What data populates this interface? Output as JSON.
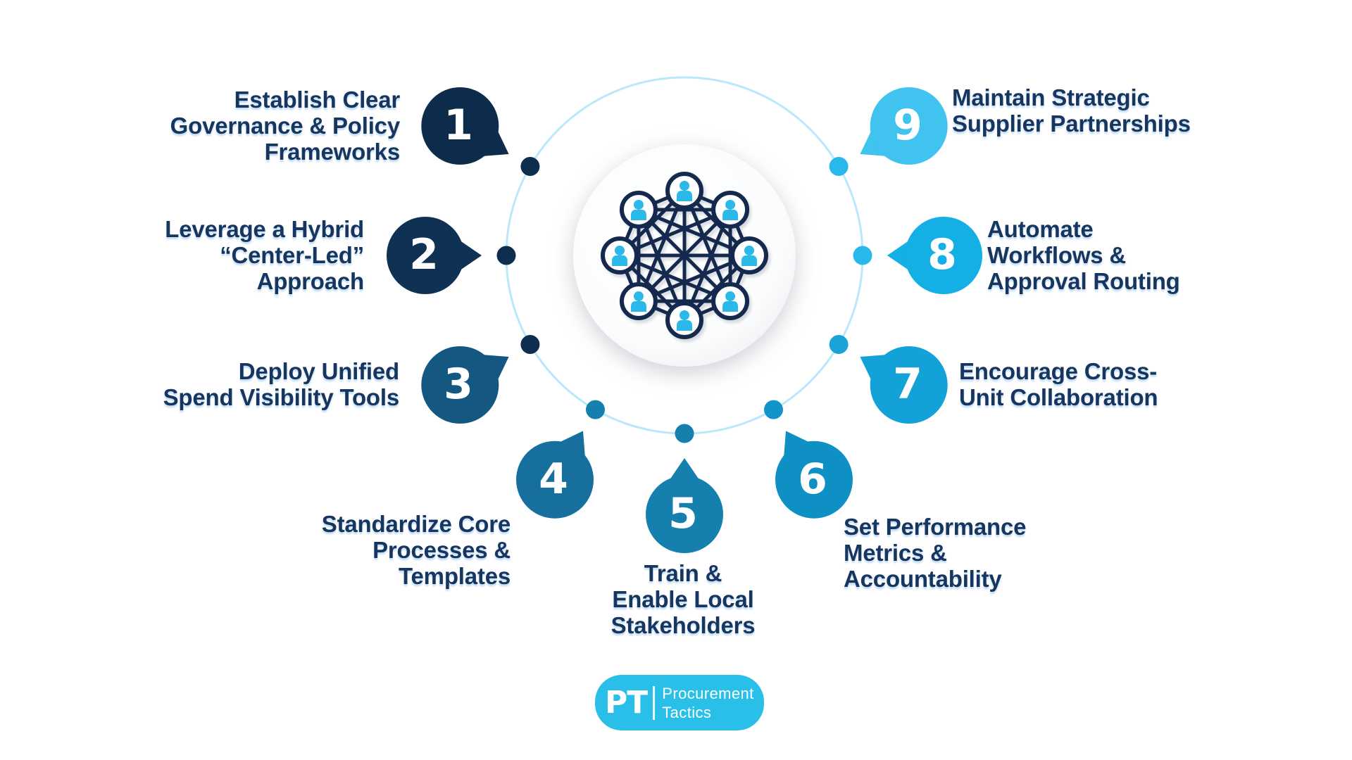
{
  "palette": {
    "background": "#ffffff",
    "ring": "#b9e8fb",
    "text": "#16355f",
    "center_line": "#14294d",
    "person": "#2bb9ea",
    "node_fill": "#ffffff",
    "number_text": "#ffffff",
    "logo_bg": "#29bfe9",
    "logo_text": "#ffffff"
  },
  "steps": [
    {
      "number": "1",
      "label": "Establish Clear\nGovernance & Policy\nFrameworks",
      "bubble_color": "#0d2b4b",
      "dot_color": "#0d2e4f"
    },
    {
      "number": "2",
      "label": "Leverage a Hybrid\n“Center-Led”\nApproach",
      "bubble_color": "#0f3154",
      "dot_color": "#0d2e4f"
    },
    {
      "number": "3",
      "label": "Deploy Unified\nSpend Visibility Tools",
      "bubble_color": "#145781",
      "dot_color": "#0d2e4f"
    },
    {
      "number": "4",
      "label": "Standardize Core\nProcesses &\nTemplates",
      "bubble_color": "#166f9d",
      "dot_color": "#157fae"
    },
    {
      "number": "5",
      "label": "Train &\nEnable Local\nStakeholders",
      "bubble_color": "#157fae",
      "dot_color": "#157fae"
    },
    {
      "number": "6",
      "label": "Set Performance\nMetrics &\nAccountability",
      "bubble_color": "#0f90c5",
      "dot_color": "#1094c9"
    },
    {
      "number": "7",
      "label": "Encourage Cross-\nUnit Collaboration",
      "bubble_color": "#12a2d8",
      "dot_color": "#19a3d7"
    },
    {
      "number": "8",
      "label": "Automate\nWorkflows &\nApproval Routing",
      "bubble_color": "#13afe5",
      "dot_color": "#29b8ea"
    },
    {
      "number": "9",
      "label": "Maintain Strategic\nSupplier Partnerships",
      "bubble_color": "#41c3ef",
      "dot_color": "#29b8ea"
    }
  ],
  "center_icon": {
    "type": "people-network",
    "nodes": 8
  },
  "logo": {
    "abbr": "PT",
    "name": "Procurement\nTactics"
  }
}
